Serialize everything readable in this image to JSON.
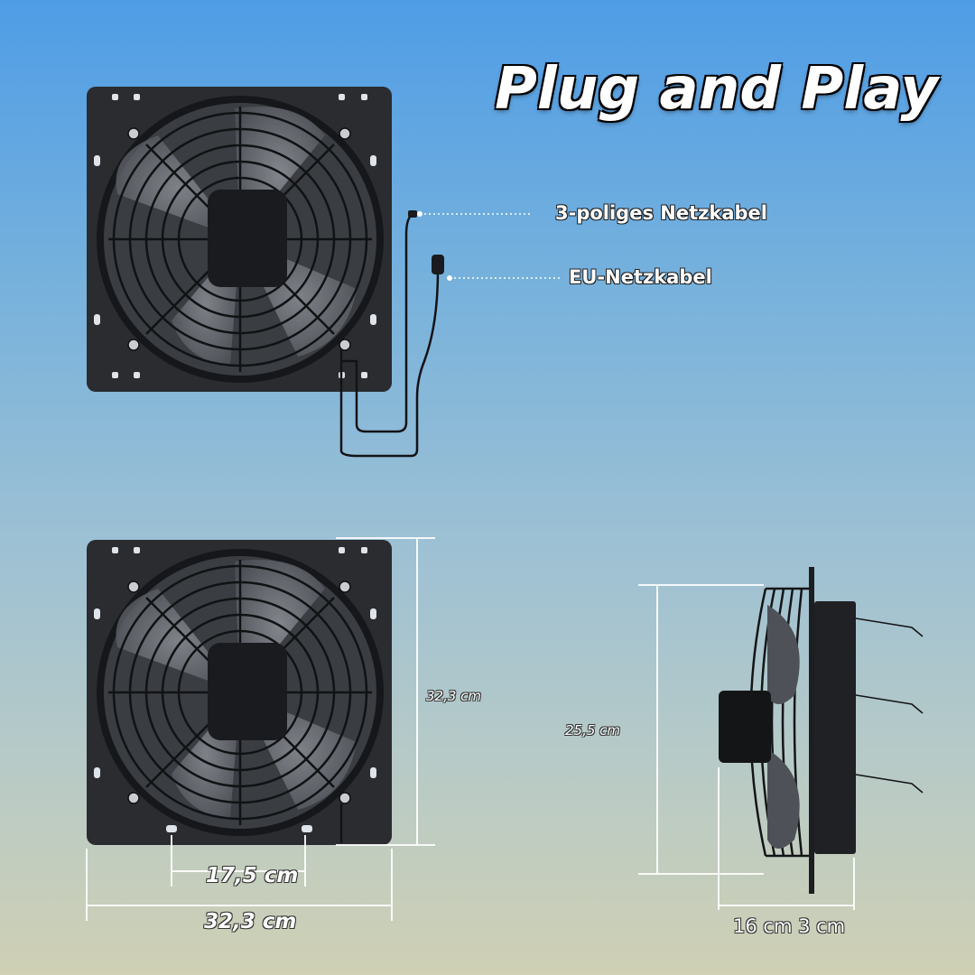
{
  "title": "Plug and Play",
  "callouts": {
    "power_cable_3pin": "3-poliges Netzkabel",
    "eu_cable": "EU-Netzkabel"
  },
  "dimensions": {
    "front_height": "32,3 cm",
    "front_mount_spacing": "17,5 cm",
    "front_width": "32,3 cm",
    "side_height": "25,5 cm",
    "side_depth": "16 cm 3 cm"
  },
  "colors": {
    "fan_body": "#2a2c30",
    "sky_top": "#4f9de6",
    "sky_bottom": "#cfd0b4",
    "dimension_lines": "#ffffff"
  }
}
